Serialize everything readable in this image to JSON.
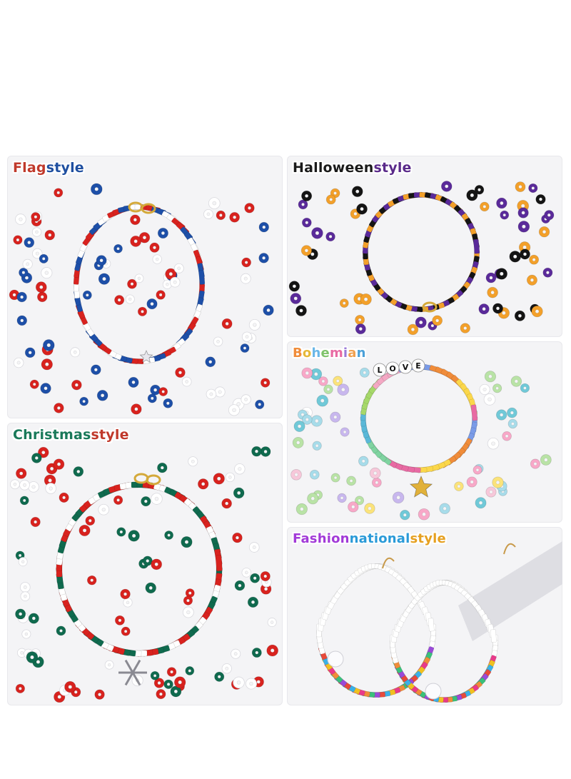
{
  "panels": {
    "flag": {
      "title_part1": "Flag",
      "title_part2": " style",
      "color1": "#c0392b",
      "color2": "#1f4fa0"
    },
    "halloween": {
      "title_part1": "Halloween",
      "title_part2": " style",
      "color1": "#1a1a1a",
      "color2": "#5a2a8a"
    },
    "bohemian": {
      "title": "Bohemian",
      "colors": [
        "#f08c3a",
        "#e6b93a",
        "#6ab7e8",
        "#7fc36a",
        "#e86aa3",
        "#9a7ad8",
        "#f0a050",
        "#4aa0d8"
      ]
    },
    "christmas": {
      "title_part1": "Christmas",
      "title_part2": " style",
      "color1": "#1a7a5a",
      "color2": "#c0392b"
    },
    "fashion": {
      "title_part1": "Fashion",
      "title_part2": " national",
      "title_part3": " style",
      "color1": "#a23ad8",
      "color2": "#2a9ad8",
      "color3": "#e6a020"
    },
    "bracelet_text": "LOVE"
  },
  "palette": {
    "red": "#d8221e",
    "blue": "#1d4fa8",
    "white": "#ffffff",
    "purple": "#5a2a9a",
    "orange": "#f3a02a",
    "black": "#141414",
    "green": "#0f6a4e",
    "gold": "#d4a93a"
  }
}
